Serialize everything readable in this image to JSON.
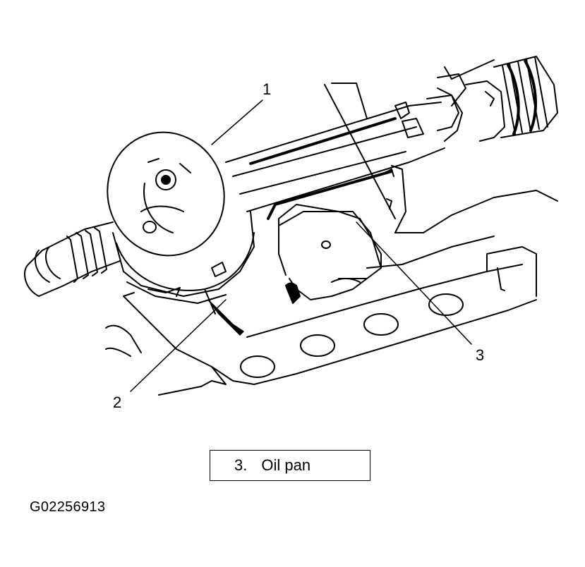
{
  "callouts": {
    "c1": "1",
    "c2": "2",
    "c3": "3"
  },
  "legend": {
    "number": "3.",
    "label": "Oil pan"
  },
  "figure_id": "G02256913",
  "colors": {
    "ink": "#000000",
    "paper": "#ffffff"
  }
}
